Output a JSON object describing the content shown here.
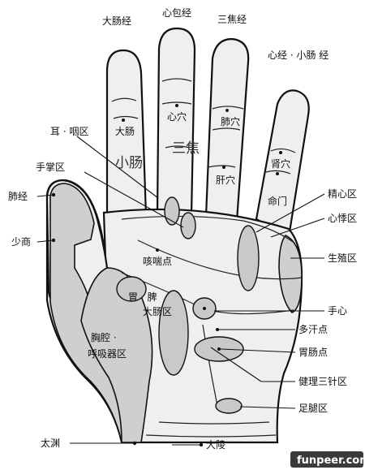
{
  "labels": {
    "large_intestine_meridian": "大肠经",
    "pericardium_meridian": "心包经",
    "sanjiao_meridian": "三焦经",
    "heart_si_meridian": "心经 · 小肠 经",
    "ear_throat_zone": "耳 · 咽区",
    "palm_zone": "手掌区",
    "lung_meridian": "肺经",
    "shaoshang": "少商",
    "large_intestine": "大肠",
    "heart_point": "心穴",
    "lung_point": "肺穴",
    "kidney_point": "肾穴",
    "liver_point": "肝穴",
    "mingmen": "命门",
    "jingxin_zone": "精心区",
    "xinhan_zone": "心悸区",
    "reproductive_zone": "生殖区",
    "cough_point": "咳喘点",
    "stomach_spleen": "胃 · 脾",
    "large_intestine_zone": "大肠区",
    "hand_center": "手心",
    "sweat_point": "多汗点",
    "chest_respiratory_1": "胸腔 ·",
    "chest_respiratory_2": "呼吸器区",
    "stomach_intestine_point": "胃肠点",
    "jianli_sanzhen": "健理三针区",
    "foot_leg_zone": "足腿区",
    "taiyuan": "太渊",
    "daling": "大陵"
  },
  "handwriting": {
    "small_intestine": "小肠",
    "sanjiao": "三焦"
  },
  "watermark": "funpeer.com"
}
